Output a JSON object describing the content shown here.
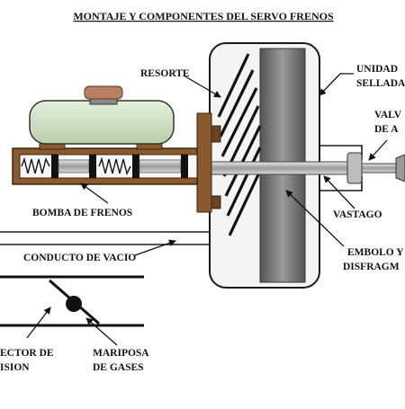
{
  "title": "MONTAJE Y COMPONENTES DEL SERVO FRENOS",
  "labels": {
    "resorte": "RESORTE",
    "unidad_line1": "UNIDAD",
    "unidad_line2": "SELLADA",
    "valvula_line1": "VALV",
    "valvula_line2": "DE A",
    "bomba": "BOMBA DE FRENOS",
    "vastago": "VASTAGO",
    "conducto": "CONDUCTO DE VACIO",
    "embolo_line1": "EMBOLO Y",
    "embolo_line2": "DISFRAGM",
    "colector_line1": "ECTOR DE",
    "colector_line2": "ISION",
    "mariposa_line1": "MARIPOSA",
    "mariposa_line2": "DE GASES"
  },
  "colors": {
    "reservoir": "#cfe0c4",
    "reservoir_cap": "#b87f63",
    "brown_flange": "#8a5a2e",
    "booster_body": "#f4f4f4",
    "diaphragm_dark": "#6f6f6f",
    "rod": "#b9b9b9",
    "spring": "#222222",
    "outline": "#1a1a1a"
  },
  "icons": [
    "spring-icon",
    "butterfly-valve-icon",
    "arrow-icon"
  ]
}
